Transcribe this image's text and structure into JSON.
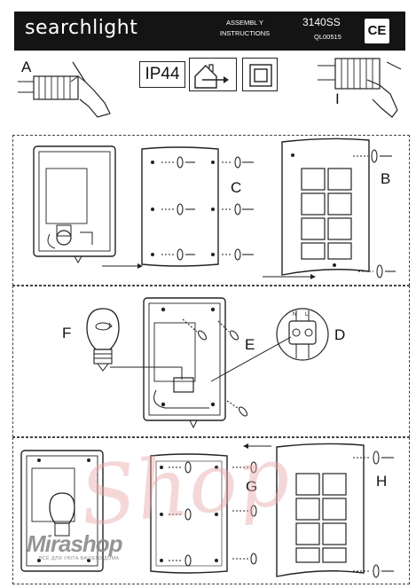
{
  "header": {
    "brand": "searchlight",
    "doc_type_line1": "ASSEMBL Y",
    "doc_type_line2": "INSTRUCTIONS",
    "model_number": "3140SS",
    "code": "QL00515",
    "mark": "CE"
  },
  "ratings": {
    "ip_rating": "IP44",
    "indoor_outdoor_icon": "house-arrow-icon",
    "class_icon": "double-square-class2-icon"
  },
  "labels": {
    "a": "A",
    "i": "I",
    "b": "B",
    "c": "C",
    "d": "D",
    "e": "E",
    "f": "F",
    "g": "G",
    "h": "H",
    "wire_n": "N",
    "wire_l": "L"
  },
  "watermark": {
    "brand": "Mirashop",
    "tagline": "ВСЁ ДЛЯ УЮТА ВАШЕГО ДОМА",
    "overlay": "Shop"
  },
  "colors": {
    "header_bg": "#141414",
    "line": "#222222",
    "watermark_red": "#e9a8a8",
    "watermark_grey": "#8a8a8a"
  }
}
